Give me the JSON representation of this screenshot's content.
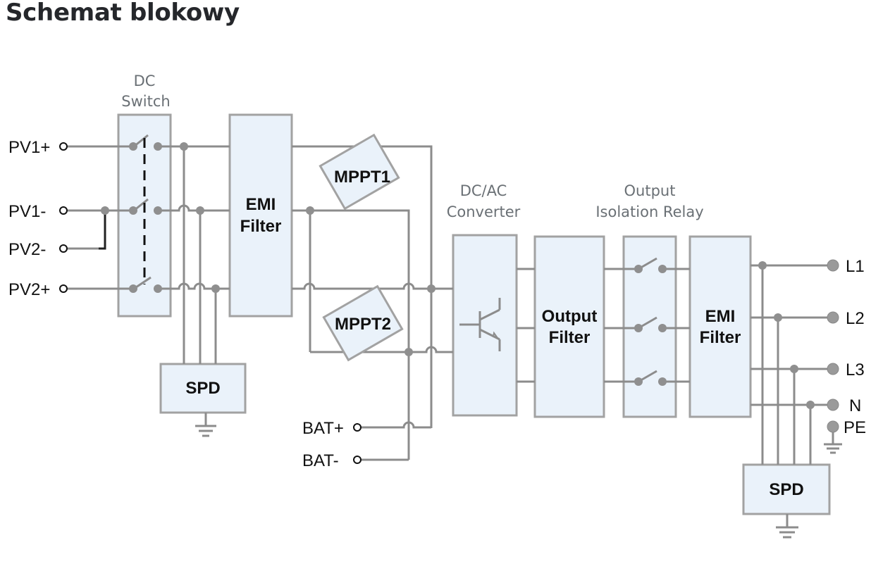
{
  "page": {
    "title": "Schemat blokowy"
  },
  "diagram": {
    "type": "inverter block diagram",
    "colors": {
      "box_fill": "#eaf2fa",
      "box_stroke": "#a2a2a2",
      "wire": "#8c8c8c",
      "title_text": "#25272b",
      "caption_text": "#6a7075"
    },
    "captions": {
      "dc_switch": [
        "DC",
        "Switch"
      ],
      "dcac_converter": [
        "DC/AC",
        "Converter"
      ],
      "output_relay": [
        "Output",
        "Isolation Relay"
      ]
    },
    "blocks": {
      "emi_filter_in": [
        "EMI",
        "Filter"
      ],
      "mppt1": "MPPT1",
      "mppt2": "MPPT2",
      "output_filter": [
        "Output",
        "Filter"
      ],
      "emi_filter_out": [
        "EMI",
        "Filter"
      ],
      "spd_dc": "SPD",
      "spd_ac": "SPD"
    },
    "inputs": {
      "pv1_plus": "PV1+",
      "pv1_minus": "PV1-",
      "pv2_minus": "PV2-",
      "pv2_plus": "PV2+",
      "bat_plus": "BAT+",
      "bat_minus": "BAT-"
    },
    "outputs": {
      "l1": "L1",
      "l2": "L2",
      "l3": "L3",
      "n": "N",
      "pe": "PE"
    }
  }
}
